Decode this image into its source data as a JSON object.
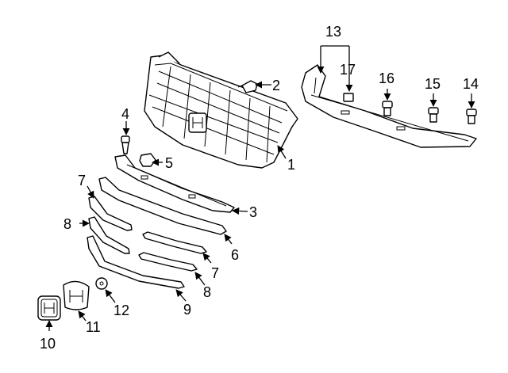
{
  "diagram": {
    "callouts": {
      "c1": "1",
      "c2": "2",
      "c3": "3",
      "c4": "4",
      "c5": "5",
      "c6": "6",
      "c7a": "7",
      "c7b": "7",
      "c8a": "8",
      "c8b": "8",
      "c9": "9",
      "c10": "10",
      "c11": "11",
      "c12": "12",
      "c13": "13",
      "c14": "14",
      "c15": "15",
      "c16": "16",
      "c17": "17"
    }
  }
}
